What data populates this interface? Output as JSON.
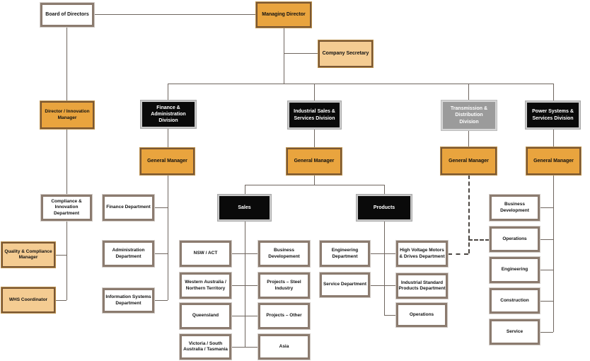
{
  "colors": {
    "accent_orange": "#E9A43E",
    "accent_tan": "#F4CC92",
    "box_black": "#0A0A0A",
    "box_gray": "#9B9B9B",
    "box_white": "#FFFFFF",
    "border_brown": "#7A5733",
    "border_taupe": "#8B7B6F",
    "connector_line": "#6F665F"
  },
  "org": {
    "board": "Board of Directors",
    "managing_director": "Managing Director",
    "company_secretary": "Company Secretary",
    "innovation": {
      "director": "Director / Innovation\nManager",
      "department": "Compliance &\nInnovation\nDepartment",
      "quality_manager": "Quality & Compliance\nManager",
      "whs_coordinator": "WHS Coordinator"
    },
    "finance_admin": {
      "division": "Finance &\nAdministration\nDivision",
      "general_manager": "General Manager",
      "departments": [
        "Finance Department",
        "Administration\nDepartment",
        "Information Systems\nDepartment"
      ]
    },
    "industrial": {
      "division": "Industrial Sales &\nServices Division",
      "general_manager": "General Manager",
      "sales": {
        "label": "Sales",
        "regions": [
          "NSW / ACT",
          "Western Australia /\nNorthern Territory",
          "Queensland",
          "Victoria / South\nAustralia / Tasmania"
        ],
        "units": [
          "Business\nDevelopement",
          "Projects – Steel\nIndustry",
          "Projects – Other",
          "Asia"
        ]
      },
      "products": {
        "label": "Products",
        "left_departments": [
          "Engineering\nDepartment",
          "Service Department"
        ],
        "right_departments": [
          "High Voltage Motors\n& Drives Department",
          "Industrial Standard\nProducts Department",
          "Operations"
        ]
      }
    },
    "transmission": {
      "division": "Transmission &\nDistribution\nDivision",
      "general_manager": "General Manager"
    },
    "power_systems": {
      "division": "Power Systems &\nServices Division",
      "general_manager": "General Manager",
      "departments": [
        "Business\nDevelopment",
        "Operations",
        "Engineering",
        "Construction",
        "Service"
      ]
    }
  }
}
